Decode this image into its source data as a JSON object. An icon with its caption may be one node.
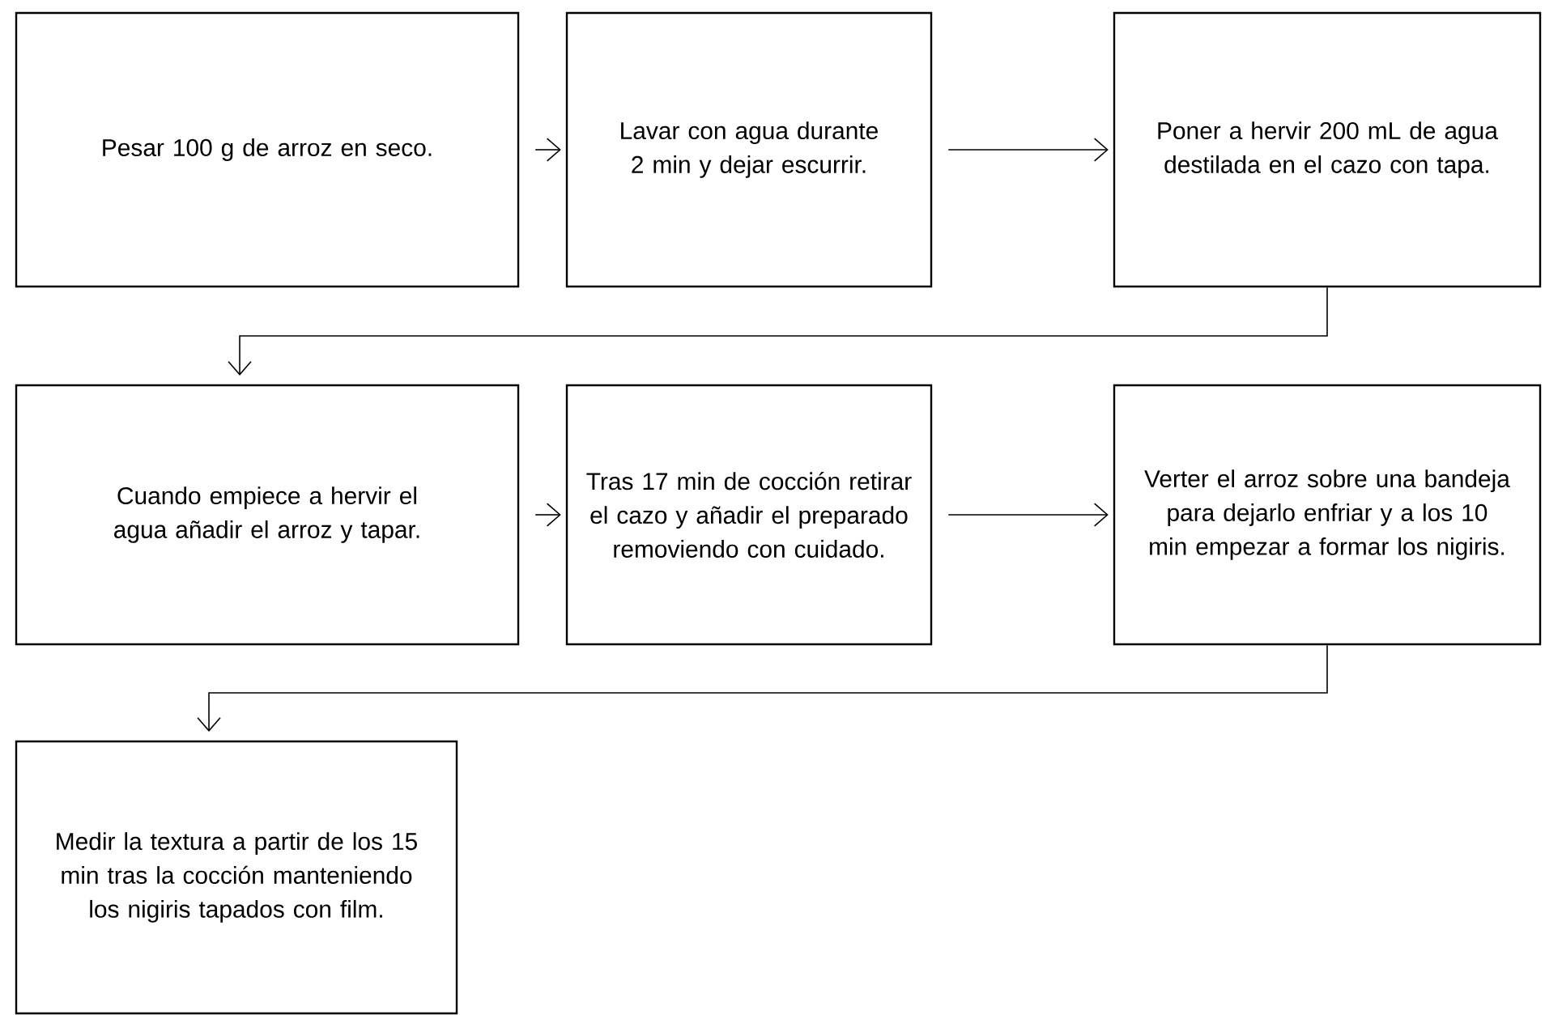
{
  "diagram": {
    "nodes": [
      {
        "text": [
          "Pesar 100 g de arroz en seco."
        ]
      },
      {
        "text": [
          "Lavar con agua durante 2 min y dejar escurrir."
        ]
      },
      {
        "text": [
          "Poner a hervir 200 mL de agua destilada en el cazo con tapa."
        ]
      },
      {
        "text": [
          "Cuando empiece a hervir el agua añadir el arroz y tapar."
        ]
      },
      {
        "text": [
          "Tras 17 min de cocción retirar el cazo y añadir el preparado removiendo con cuidado."
        ]
      },
      {
        "text": [
          "Verter el arroz sobre una bandeja para dejarlo enfriar y a los 10 min empezar a formar los nigiris."
        ]
      },
      {
        "text": [
          "Medir la textura a partir de los 15 min tras la cocción manteniendo los nigiris tapados con film."
        ]
      }
    ],
    "edges": [
      {
        "from": 0,
        "to": 1,
        "arrow": "to"
      },
      {
        "from": 1,
        "to": 2,
        "arrow": "to"
      },
      {
        "from": 2,
        "to": 3,
        "arrow": "to"
      },
      {
        "from": 3,
        "to": 4,
        "arrow": "to"
      },
      {
        "from": 4,
        "to": 5,
        "arrow": "to"
      },
      {
        "from": 5,
        "to": 6,
        "arrow": "to"
      }
    ]
  }
}
